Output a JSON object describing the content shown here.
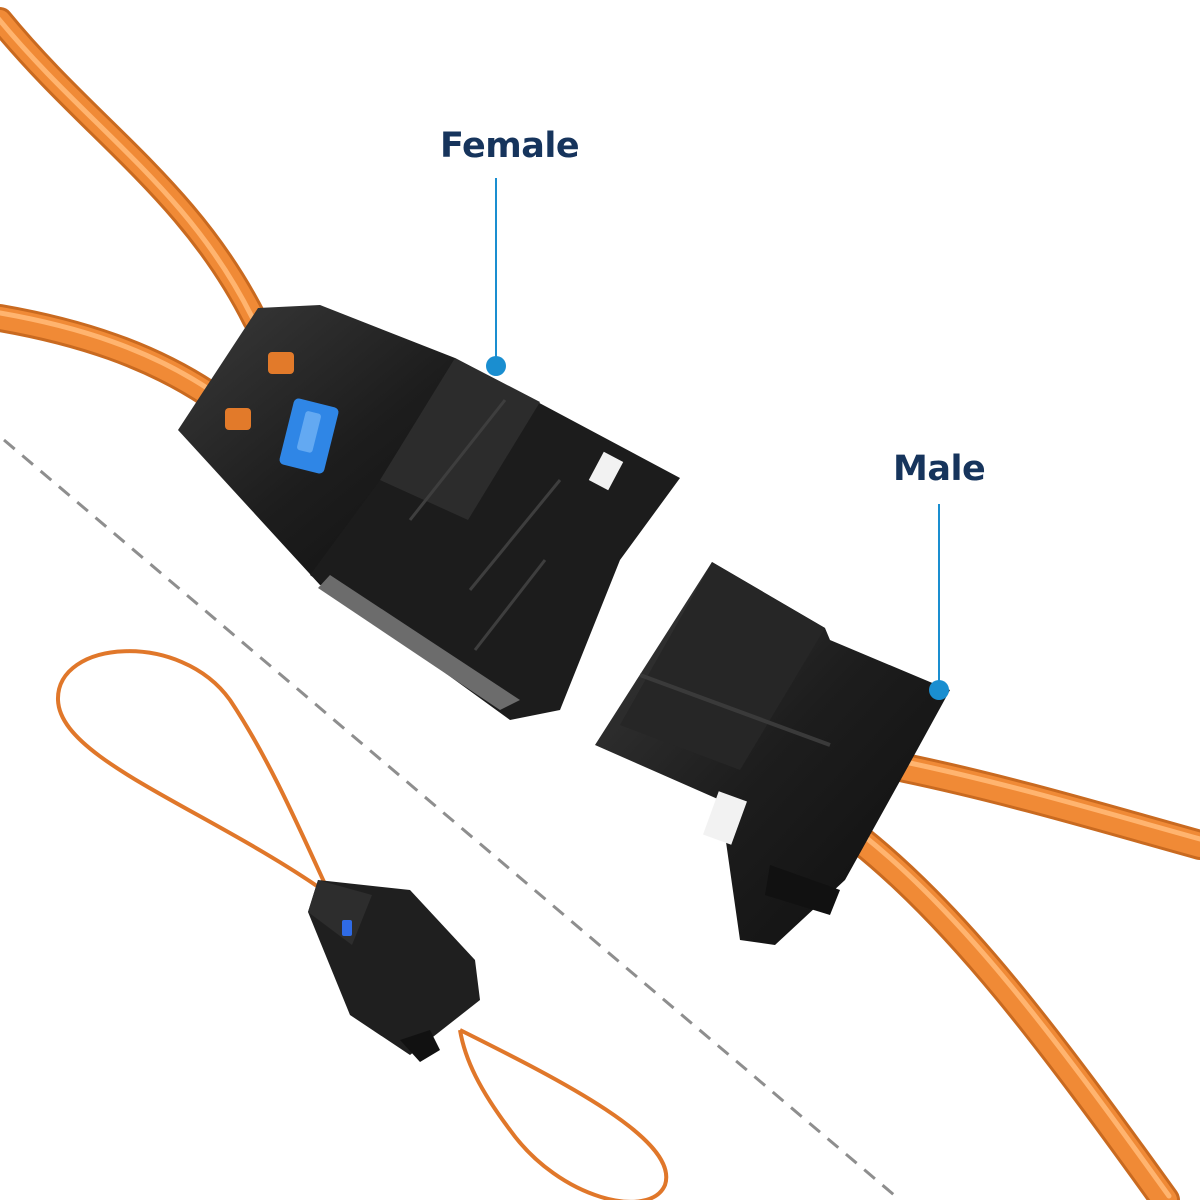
{
  "labels": {
    "female": "Female",
    "male": "Male"
  },
  "colors": {
    "label_text": "#16345c",
    "callout_accent": "#1a8ed0",
    "fiber_orange": "#f08a36",
    "connector_black": "#1b1b1b",
    "latch_blue": "#2f86e6",
    "divider_gray": "#8e8e8e"
  },
  "icons": {
    "callout_marker": "dot-marker"
  }
}
